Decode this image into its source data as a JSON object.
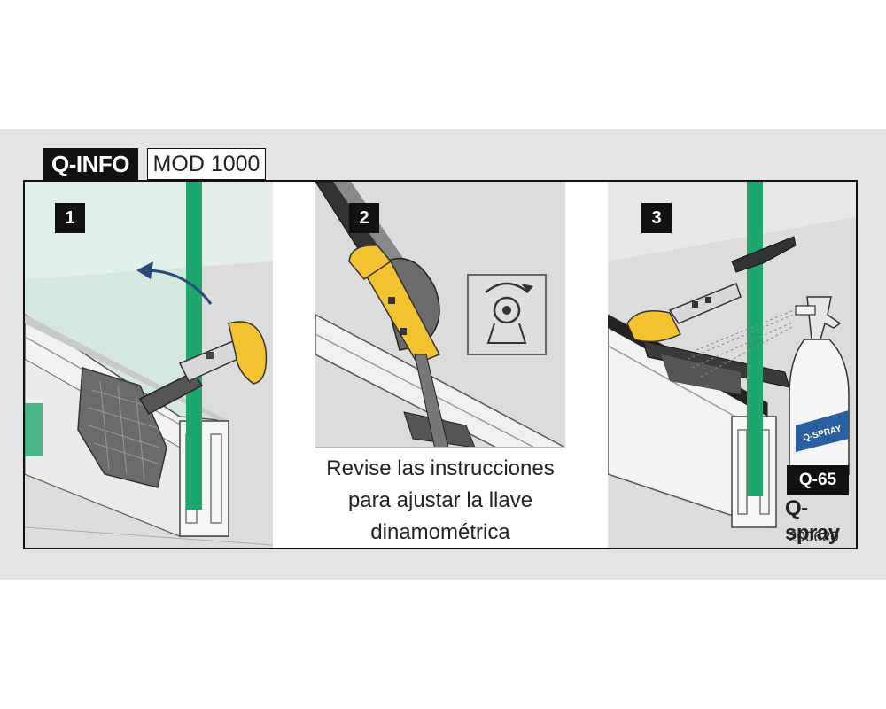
{
  "header": {
    "brand_tag": "Q-INFO",
    "model_tag": "MOD 1000"
  },
  "steps": [
    {
      "number": "1"
    },
    {
      "number": "2"
    },
    {
      "number": "3"
    }
  ],
  "caption": {
    "line1": "Revise las instrucciones",
    "line2": "para ajustar la llave",
    "line3": "dinamométrica"
  },
  "product": {
    "code": "Q-65",
    "name": "Q-spray",
    "number": "200620",
    "bottle_label": "Q-SPRAY"
  },
  "colors": {
    "glass_edge": "#1fa66e",
    "tool_yellow": "#f2c230",
    "frame_black": "#111111",
    "panel_grey": "#dcdcdc",
    "bottle_blue": "#2a5fa0"
  },
  "icons": {
    "rotation_arrow": "curved-arrow-icon",
    "torque_wrench": "torque-wrench-icon",
    "spray_bottle": "spray-bottle-icon"
  }
}
